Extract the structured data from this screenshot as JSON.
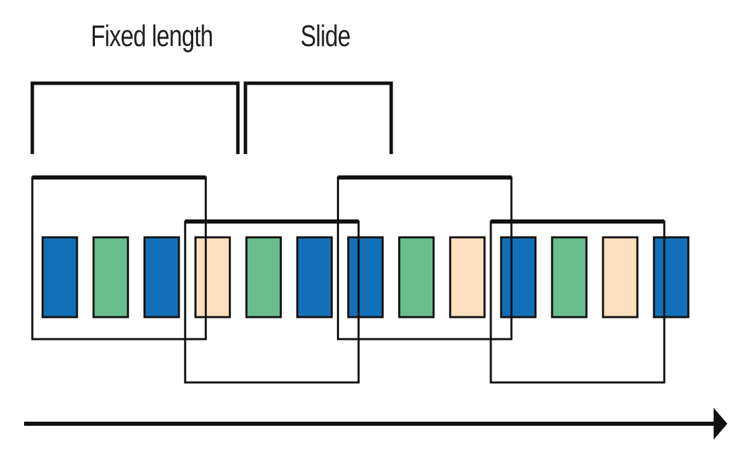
{
  "labels": {
    "fixed_length": "Fixed length",
    "slide": "Slide"
  },
  "colors": {
    "blue": "#1270b8",
    "green": "#69be8d",
    "peach": "#fbdfbe",
    "stroke": "#111111"
  },
  "events": [
    "blue",
    "green",
    "blue",
    "peach",
    "green",
    "blue",
    "blue",
    "green",
    "peach",
    "blue",
    "green",
    "peach",
    "blue"
  ],
  "windows": [
    {
      "start": 0,
      "end": 3
    },
    {
      "start": 3,
      "end": 6
    },
    {
      "start": 6,
      "end": 9
    },
    {
      "start": 9,
      "end": 12
    }
  ]
}
